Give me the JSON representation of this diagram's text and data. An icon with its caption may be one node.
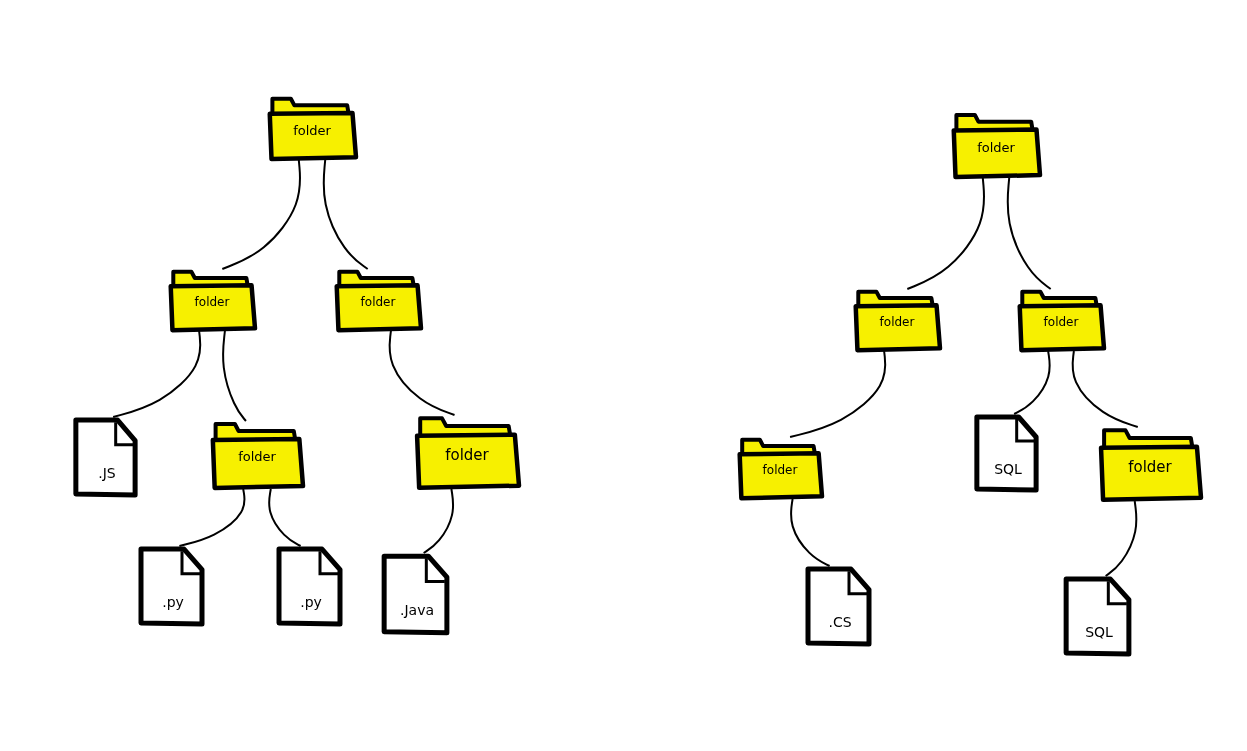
{
  "diagram": {
    "nodes": [
      {
        "text": [
          "folder"
        ]
      },
      {
        "text": [
          "folder"
        ]
      },
      {
        "text": [
          "folder"
        ]
      },
      {
        "text": [
          ".JS"
        ]
      },
      {
        "text": [
          "folder"
        ]
      },
      {
        "text": [
          "folder"
        ]
      },
      {
        "text": [
          ".py"
        ]
      },
      {
        "text": [
          ".py"
        ]
      },
      {
        "text": [
          ".Java"
        ]
      },
      {
        "text": [
          "folder"
        ]
      },
      {
        "text": [
          "folder"
        ]
      },
      {
        "text": [
          "folder"
        ]
      },
      {
        "text": [
          "folder"
        ]
      },
      {
        "text": [
          "SQL"
        ]
      },
      {
        "text": [
          "folder"
        ]
      },
      {
        "text": [
          ".CS"
        ]
      },
      {
        "text": [
          "SQL"
        ]
      }
    ],
    "edges": [
      {
        "from": 0,
        "to": 1,
        "arrow": "none"
      },
      {
        "from": 0,
        "to": 2,
        "arrow": "none"
      },
      {
        "from": 1,
        "to": 3,
        "arrow": "none"
      },
      {
        "from": 1,
        "to": 4,
        "arrow": "none"
      },
      {
        "from": 2,
        "to": 5,
        "arrow": "none"
      },
      {
        "from": 4,
        "to": 6,
        "arrow": "none"
      },
      {
        "from": 4,
        "to": 7,
        "arrow": "none"
      },
      {
        "from": 5,
        "to": 8,
        "arrow": "none"
      },
      {
        "from": 9,
        "to": 10,
        "arrow": "none"
      },
      {
        "from": 9,
        "to": 11,
        "arrow": "none"
      },
      {
        "from": 10,
        "to": 12,
        "arrow": "none"
      },
      {
        "from": 11,
        "to": 13,
        "arrow": "none"
      },
      {
        "from": 11,
        "to": 14,
        "arrow": "none"
      },
      {
        "from": 12,
        "to": 15,
        "arrow": "none"
      },
      {
        "from": 14,
        "to": 16,
        "arrow": "none"
      }
    ]
  }
}
